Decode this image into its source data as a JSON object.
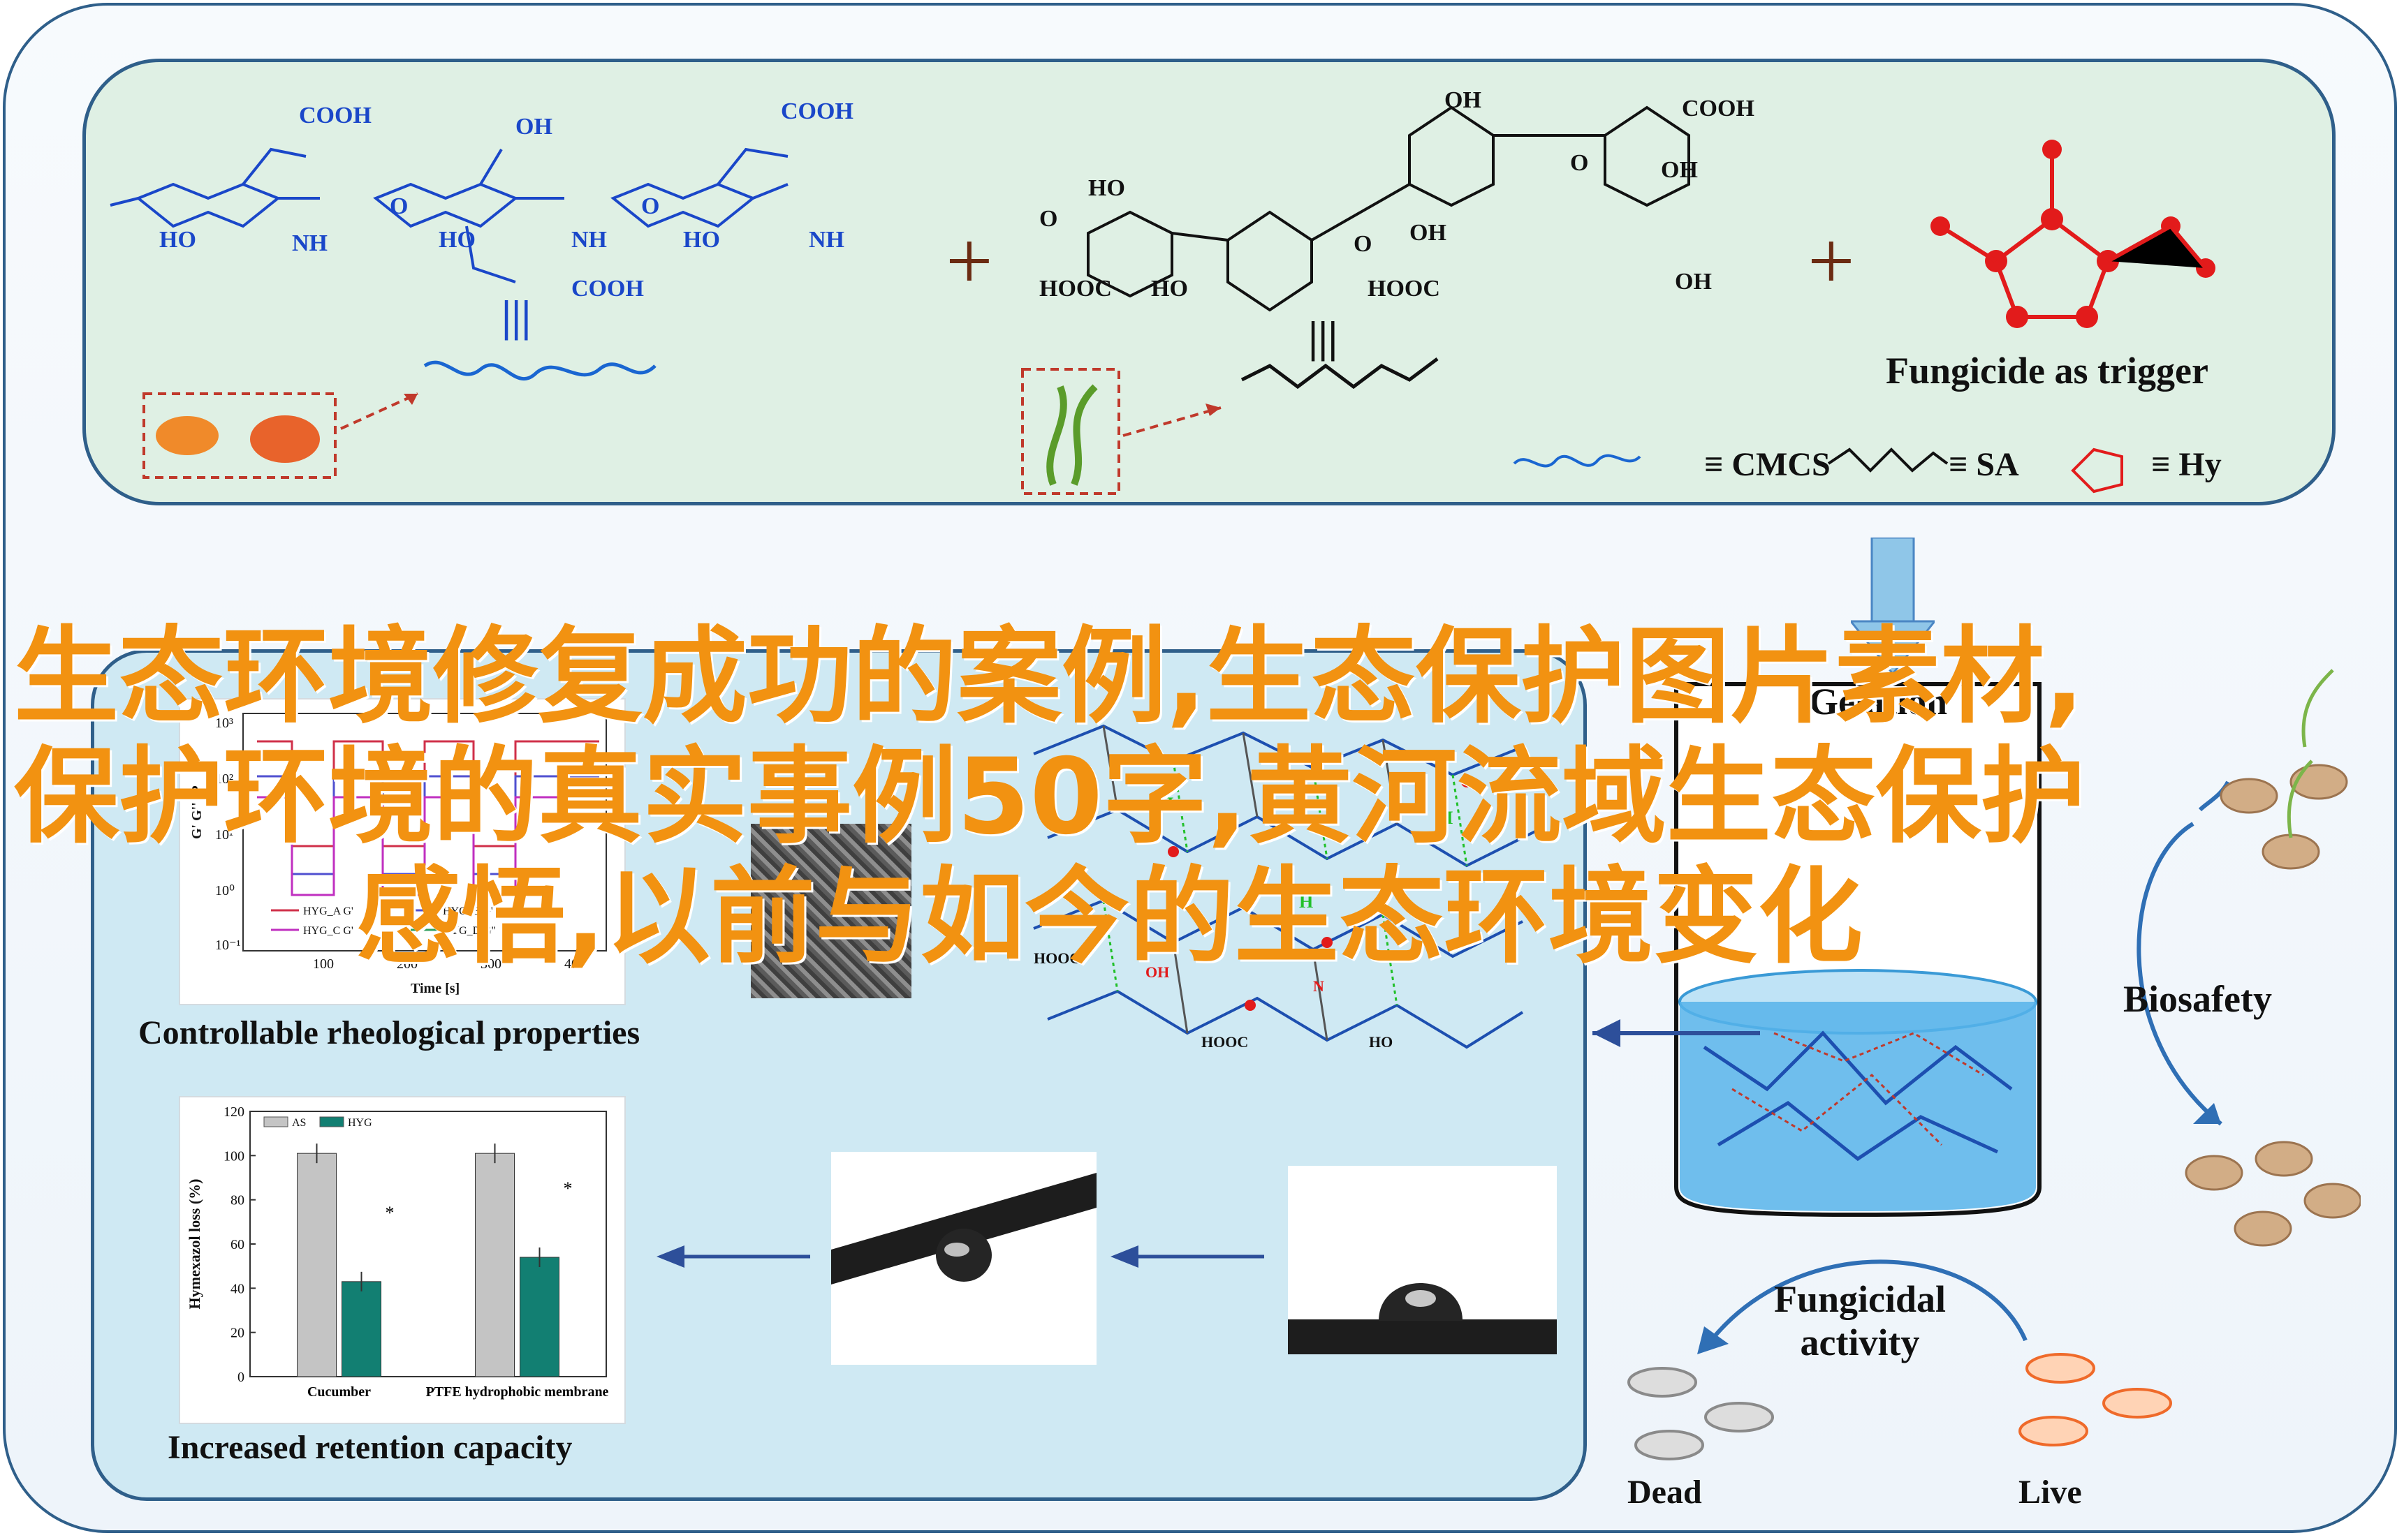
{
  "legend": {
    "cmcs": "≡ CMCS",
    "sa": "≡ SA",
    "hy": "≡ Hy"
  },
  "labels": {
    "fungicide_trigger": "Fungicide as trigger",
    "gelation": "Gelation",
    "biosafety": "Biosafety",
    "fungicidal_activity_line1": "Fungicidal",
    "fungicidal_activity_line2": "activity",
    "dead": "Dead",
    "live": "Live",
    "rheology": "Controllable rheological properties",
    "retention": "Increased retention capacity"
  },
  "chem": {
    "cooh": "COOH",
    "hooc": "HOOC",
    "oh": "OH",
    "ho": "HO",
    "nh": "NH",
    "nh2": "NH",
    "o": "O",
    "h": "H",
    "n": "N",
    "plus": "+",
    "equiv": "|||"
  },
  "overlay": {
    "line1": "生态环境修复成功的案例,生态保护图片素材,",
    "line2": "保护环境的真实事例50字,黄河流域生态保护",
    "line3": "感悟,以前与如今的生态环境变化"
  },
  "rheo_chart": {
    "ylabel": "G' G'' (P",
    "xlabel": "Time [s]",
    "ticks_x": [
      "100",
      "200",
      "300",
      "400"
    ],
    "ticks_y": [
      "10³",
      "10²",
      "10¹",
      "10⁰",
      "10⁻¹"
    ],
    "legend": [
      "HYG_A G'",
      "HYG_B G'",
      "HYG_C G'",
      "HYG_D G''"
    ]
  },
  "chart_data": {
    "type": "bar",
    "categories": [
      "Cucumber",
      "PTFE hydrophobic membrane"
    ],
    "series": [
      {
        "name": "AS",
        "values": [
          101,
          101
        ],
        "color": "#c4c4c4"
      },
      {
        "name": "HYG",
        "values": [
          43,
          54
        ],
        "color": "#127f72"
      }
    ],
    "ylabel": "Hymexazol loss (%)",
    "ylim": [
      0,
      120
    ],
    "yticks": [
      "0",
      "20",
      "40",
      "60",
      "80",
      "100",
      "120"
    ],
    "significance": "*"
  },
  "colors": {
    "border": "#2f5f8a",
    "top_panel": "#dff0e4",
    "bottom_panel": "#cfe9f3",
    "arrow": "#2d4f9a",
    "cmcs": "#1a66d1",
    "hy": "#e21b1b",
    "overlay_text": "#f29211"
  }
}
